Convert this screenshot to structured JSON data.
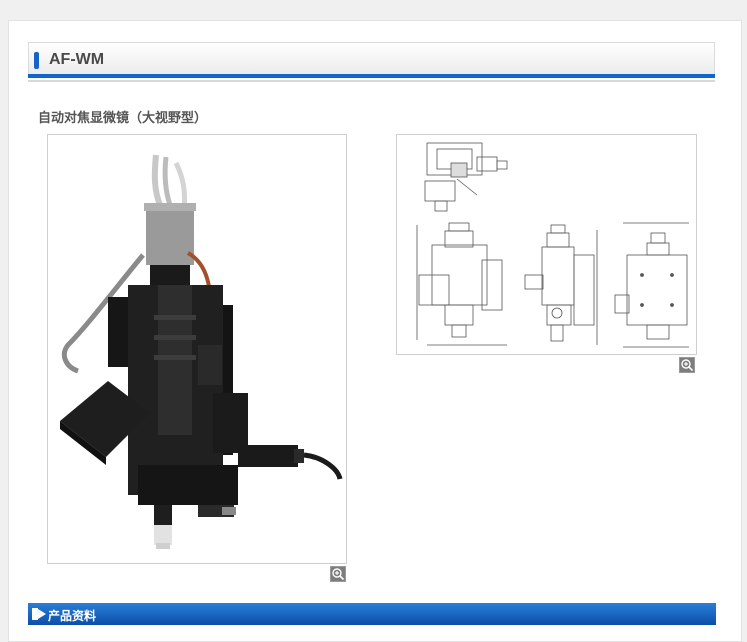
{
  "header": {
    "title": "AF-WM"
  },
  "product": {
    "subtitle": "自动对焦显微镜（大视野型）",
    "photo_icon": "zoom-in-icon",
    "drawing_icon": "zoom-in-icon"
  },
  "section": {
    "label": "产品资料",
    "icon": "arrow-right-icon"
  },
  "colors": {
    "accent": "#1166cc",
    "section_bar": "#0b4fa8"
  }
}
